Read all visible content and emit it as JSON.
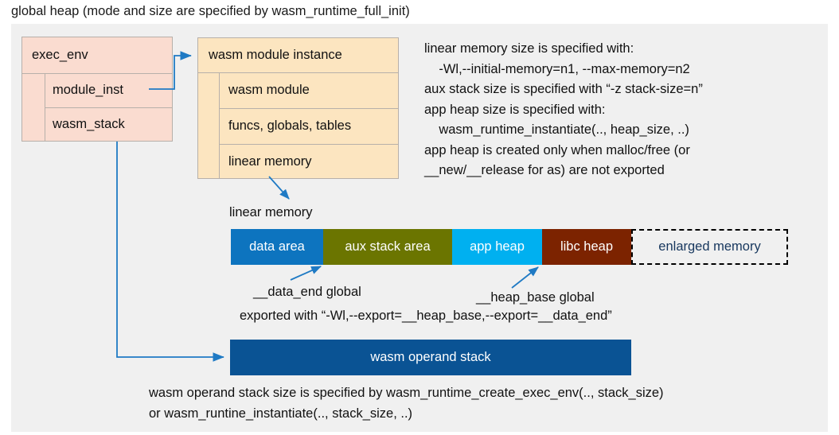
{
  "title": "global heap (mode and size are specified by wasm_runtime_full_init)",
  "exec_env": {
    "header": "exec_env",
    "rows": [
      {
        "label": "module_inst"
      },
      {
        "label": "wasm_stack"
      }
    ]
  },
  "module_instance": {
    "header": "wasm module instance",
    "rows": [
      {
        "label": "wasm module"
      },
      {
        "label": "funcs, globals, tables"
      },
      {
        "label": "linear memory"
      }
    ]
  },
  "notes": {
    "right_block": "linear memory size is specified with:\n    -Wl,--initial-memory=n1, --max-memory=n2\naux stack size is specified with “-z stack-size=n”\napp heap size is specified with:\n    wasm_runtime_instantiate(.., heap_size, ..)\napp heap is created only when malloc/free (or\n__new/__release for as) are not exported",
    "bottom_block": "wasm operand stack size is specified by wasm_runtime_create_exec_env(.., stack_size)\nor wasm_runtine_instantiate(.., stack_size, ..)"
  },
  "linear_memory": {
    "label": "linear memory",
    "segments": [
      {
        "label": "data area",
        "color": "#0d74bf",
        "text_color": "#ffffff",
        "width": 116,
        "dashed": false
      },
      {
        "label": "aux stack area",
        "color": "#6b7500",
        "text_color": "#ffffff",
        "width": 162,
        "dashed": false
      },
      {
        "label": "app heap",
        "color": "#00b0f0",
        "text_color": "#ffffff",
        "width": 113,
        "dashed": false
      },
      {
        "label": "libc heap",
        "color": "#7c2300",
        "text_color": "#ffffff",
        "width": 112,
        "dashed": false
      },
      {
        "label": "enlarged memory",
        "color": "#f0f0f0",
        "text_color": "#17375e",
        "width": 197,
        "dashed": true
      }
    ]
  },
  "annotations": {
    "data_end": "__data_end global",
    "heap_base": "__heap_base global",
    "exported": "exported with “-Wl,--export=__heap_base,--export=__data_end”"
  },
  "operand_stack": {
    "label": "wasm operand stack",
    "color": "#0a5394"
  },
  "colors": {
    "backdrop": "#f0f0f0",
    "exec_env_fill": "#fadcd0",
    "module_inst_fill": "#fce5c0",
    "box_border": "#b7b0aa",
    "connector": "#1f7ac4"
  }
}
